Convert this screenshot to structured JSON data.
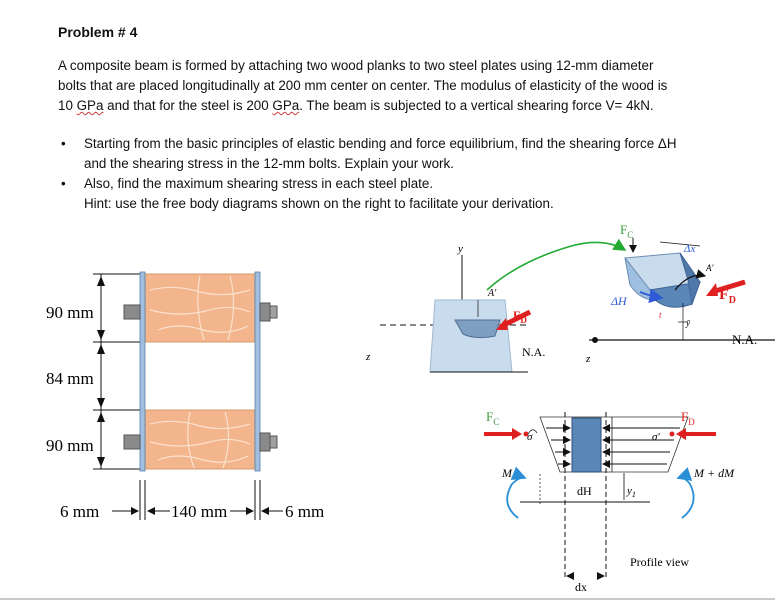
{
  "problem": {
    "title": "Problem # 4",
    "paragraph_lines": [
      "A composite beam is formed by attaching two wood planks to two steel plates using 12-mm diameter",
      "bolts that are placed longitudinally at 200 mm center on center. The modulus of elasticity of the wood is"
    ],
    "line3_before": "10 ",
    "line3_gpa1": "GPa",
    "line3_mid": " and that for the steel is 200 ",
    "line3_gpa2": "GPa",
    "line3_after": ".  The beam is subjected to a vertical shearing force V= 4kN.",
    "bullet1_lines": [
      "Starting from the basic principles of elastic bending and force equilibrium, find the shearing force ΔH",
      "and the shearing stress in the 12-mm bolts.  Explain your work."
    ],
    "bullet2_line": "Also, find the maximum shearing stress in each steel plate.",
    "hint": "Hint: use the free body diagrams shown on the right to facilitate your derivation.",
    "bullet_symbol": "•"
  },
  "cross_section": {
    "dim_top": "90 mm",
    "dim_mid": "84 mm",
    "dim_bot": "90 mm",
    "dim_left_plate": "6 mm",
    "dim_width": "140 mm",
    "dim_right_plate": "6 mm"
  },
  "fbd": {
    "y": "y",
    "z_left": "z",
    "z_right": "z",
    "A_prime": "A′",
    "A_prime_right": "A′",
    "FC_top": "F",
    "FC_top_sub": "C",
    "FD_left": "F",
    "FD_left_sub": "D",
    "FD_right_top": "F",
    "FD_right_top_sub": "D",
    "FC_mid": "F",
    "FC_mid_sub": "C",
    "FD_mid": "F",
    "FD_mid_sub": "D",
    "NA_left": "N.A.",
    "NA_right": "N.A.",
    "delta_x": "Δx",
    "delta_H": "ΔH",
    "t": "t",
    "ybar": "ȳ",
    "sigma": "σ",
    "sigma_prime": "σ′",
    "M": "M",
    "M_dM": "M + dM",
    "dH": "dH",
    "y1": "y",
    "y1_sub": "1",
    "dx": "dx",
    "profile_view": "Profile view"
  },
  "colors": {
    "wood": "#f2b58c",
    "wood_grain": "#fbe2cf",
    "steel_plate": "#9fbfe0",
    "bolt": "#8a8a8a",
    "red_arrow": "#e02020",
    "green_arrow": "#22aa33",
    "blue_arrow": "#2f5cd6",
    "solid_light": "#c9dcee",
    "solid_dark": "#7f9fc0",
    "element_blue": "#5b86b8"
  }
}
